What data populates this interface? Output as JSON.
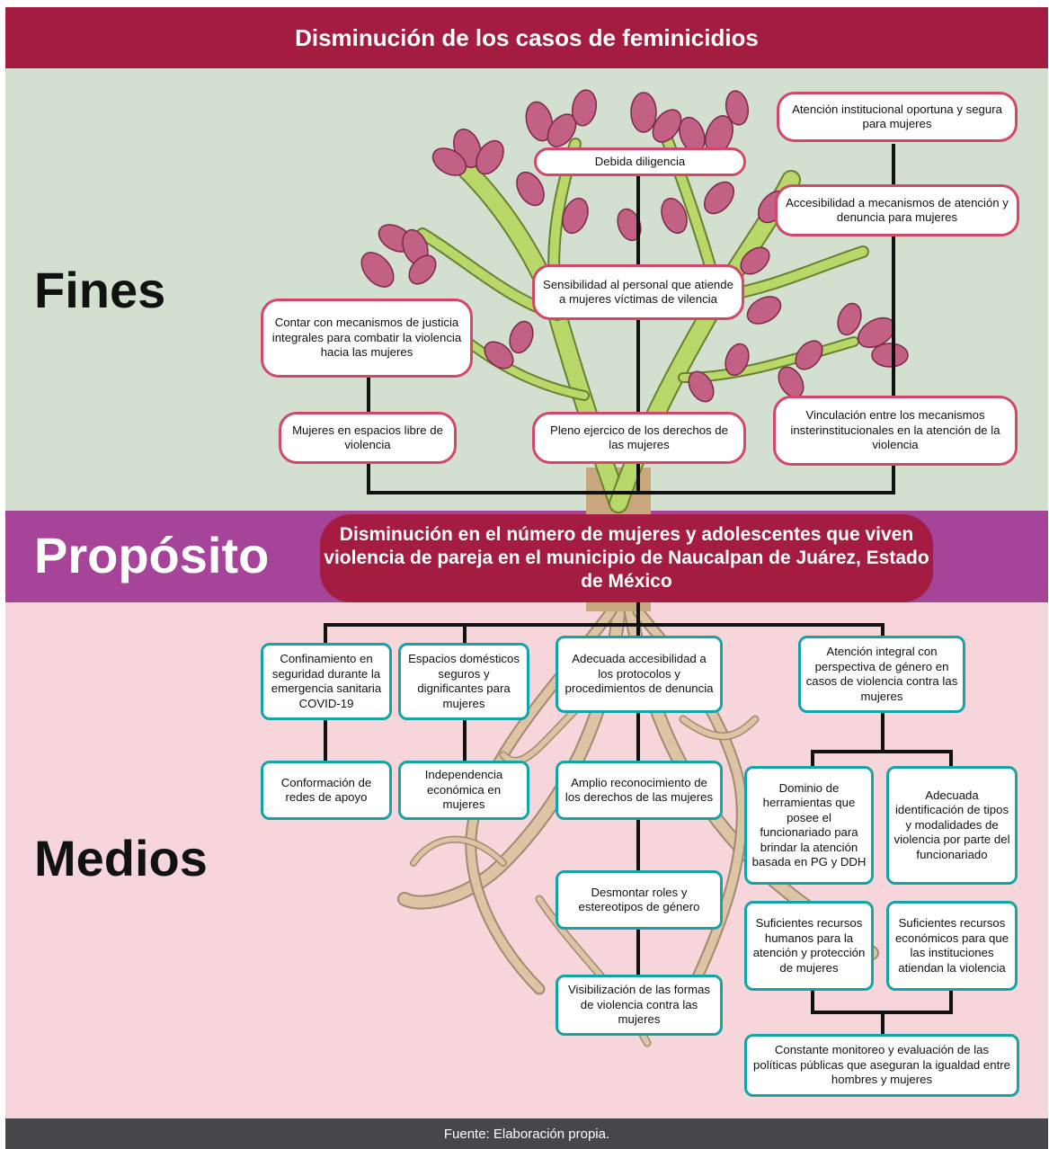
{
  "header": {
    "title": "Disminución de los casos de feminicidios"
  },
  "sections": {
    "fines": "Fines",
    "proposito": "Propósito",
    "medios": "Medios"
  },
  "purpose": "Disminución en el número de mujeres y adolescentes que viven violencia de pareja en el municipio de Naucalpan de Juárez, Estado de México",
  "fines": {
    "atencion_institucional": "Atención institucional oportuna y segura para mujeres",
    "debida_diligencia": "Debida diligencia",
    "accesibilidad_mecanismos": "Accesibilidad a mecanismos de atención y denuncia para mujeres",
    "sensibilidad_personal": "Sensibilidad al personal que atiende a mujeres víctimas de vilencia",
    "mecanismos_justicia": "Contar con mecanismos de justicia integrales para combatir la violencia hacia las mujeres",
    "espacios_libre": "Mujeres en espacios libre de violencia",
    "pleno_ejercicio": "Pleno ejercico de los derechos de las mujeres",
    "vinculacion": "Vinculación entre los mecanismos insterinstitucionales en la atención de la violencia"
  },
  "medios": {
    "confinamiento": "Confinamiento en seguridad durante la emergencia sanitaria COVID-19",
    "espacios_domesticos": "Espacios domésticos seguros y dignificantes para mujeres",
    "accesibilidad_protocolos": "Adecuada accesibilidad a los protocolos y procedimientos de denuncia",
    "atencion_integral": "Atención integral con perspectiva de género en casos de violencia contra las mujeres",
    "redes_apoyo": "Conformación de redes de apoyo",
    "independencia": "Independencia económica en mujeres",
    "reconocimiento": "Amplio reconocimiento de los derechos de las mujeres",
    "dominio_herramientas": "Dominio de herramientas que posee el funcionariado para brindar la atención basada en PG y DDH",
    "identificacion": "Adecuada identificación de tipos y modalidades de violencia por parte del funcionariado",
    "desmontar_roles": "Desmontar roles y estereotipos de género",
    "recursos_humanos": "Suficientes recursos humanos para la atención y protección de mujeres",
    "recursos_economicos": "Suficientes recursos económicos para que las instituciones atiendan la violencia",
    "visibilizacion": "Visibilización de las formas de violencia contra las mujeres",
    "monitoreo": "Constante monitoreo y evaluación de las políticas públicas que aseguran la igualdad entre hombres y mujeres"
  },
  "footer": "Fuente: Elaboración propia.",
  "colors": {
    "crimson": "#a51c43",
    "purple": "#a6449a",
    "sage": "#d3e0cf",
    "rose": "#f7d6db",
    "leaf": "#c26086",
    "branch": "#b8d86a",
    "root": "#ddc4a4",
    "pink_border": "#d2476a",
    "teal_border": "#14a3a7"
  }
}
